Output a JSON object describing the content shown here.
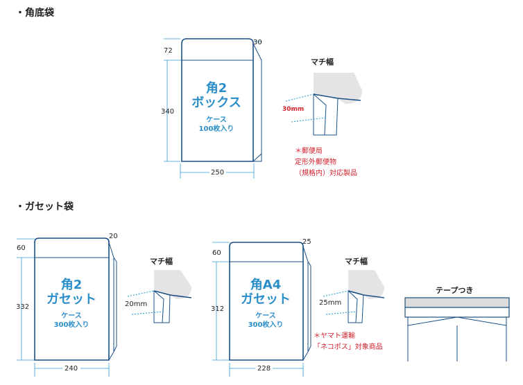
{
  "sections": {
    "kakuzoko": "・角底袋",
    "gusset": "・ガセット袋"
  },
  "box": {
    "title1": "角2",
    "title2": "ボックス",
    "sub1": "ケース",
    "sub2": "100枚入り",
    "dim_top": "72",
    "dim_side": "30",
    "dim_height": "340",
    "dim_width": "250",
    "machi_label": "マチ幅",
    "machi_value": "30mm",
    "note1": "＊郵便局",
    "note2": "定形外郵便物",
    "note3": "（規格内）対応製品"
  },
  "gusset2": {
    "title1": "角2",
    "title2": "ガセット",
    "sub1": "ケース",
    "sub2": "300枚入り",
    "dim_top": "60",
    "dim_side": "20",
    "dim_height": "332",
    "dim_width": "240",
    "machi_label": "マチ幅",
    "machi_value": "20mm"
  },
  "gusseta4": {
    "title1": "角A4",
    "title2": "ガセット",
    "sub1": "ケース",
    "sub2": "300枚入り",
    "dim_top": "60",
    "dim_side": "25",
    "dim_height": "312",
    "dim_width": "228",
    "machi_label": "マチ幅",
    "machi_value": "25mm",
    "note1": "＊ヤマト運輸",
    "note2": "「ネコポス」対象商品"
  },
  "tape": {
    "label": "テープつき"
  },
  "colors": {
    "navy": "#1a4f86",
    "blue": "#2a8ec9",
    "red": "#d21f2a",
    "dim": "#2f9bd0",
    "gray": "#e4e4e4"
  }
}
